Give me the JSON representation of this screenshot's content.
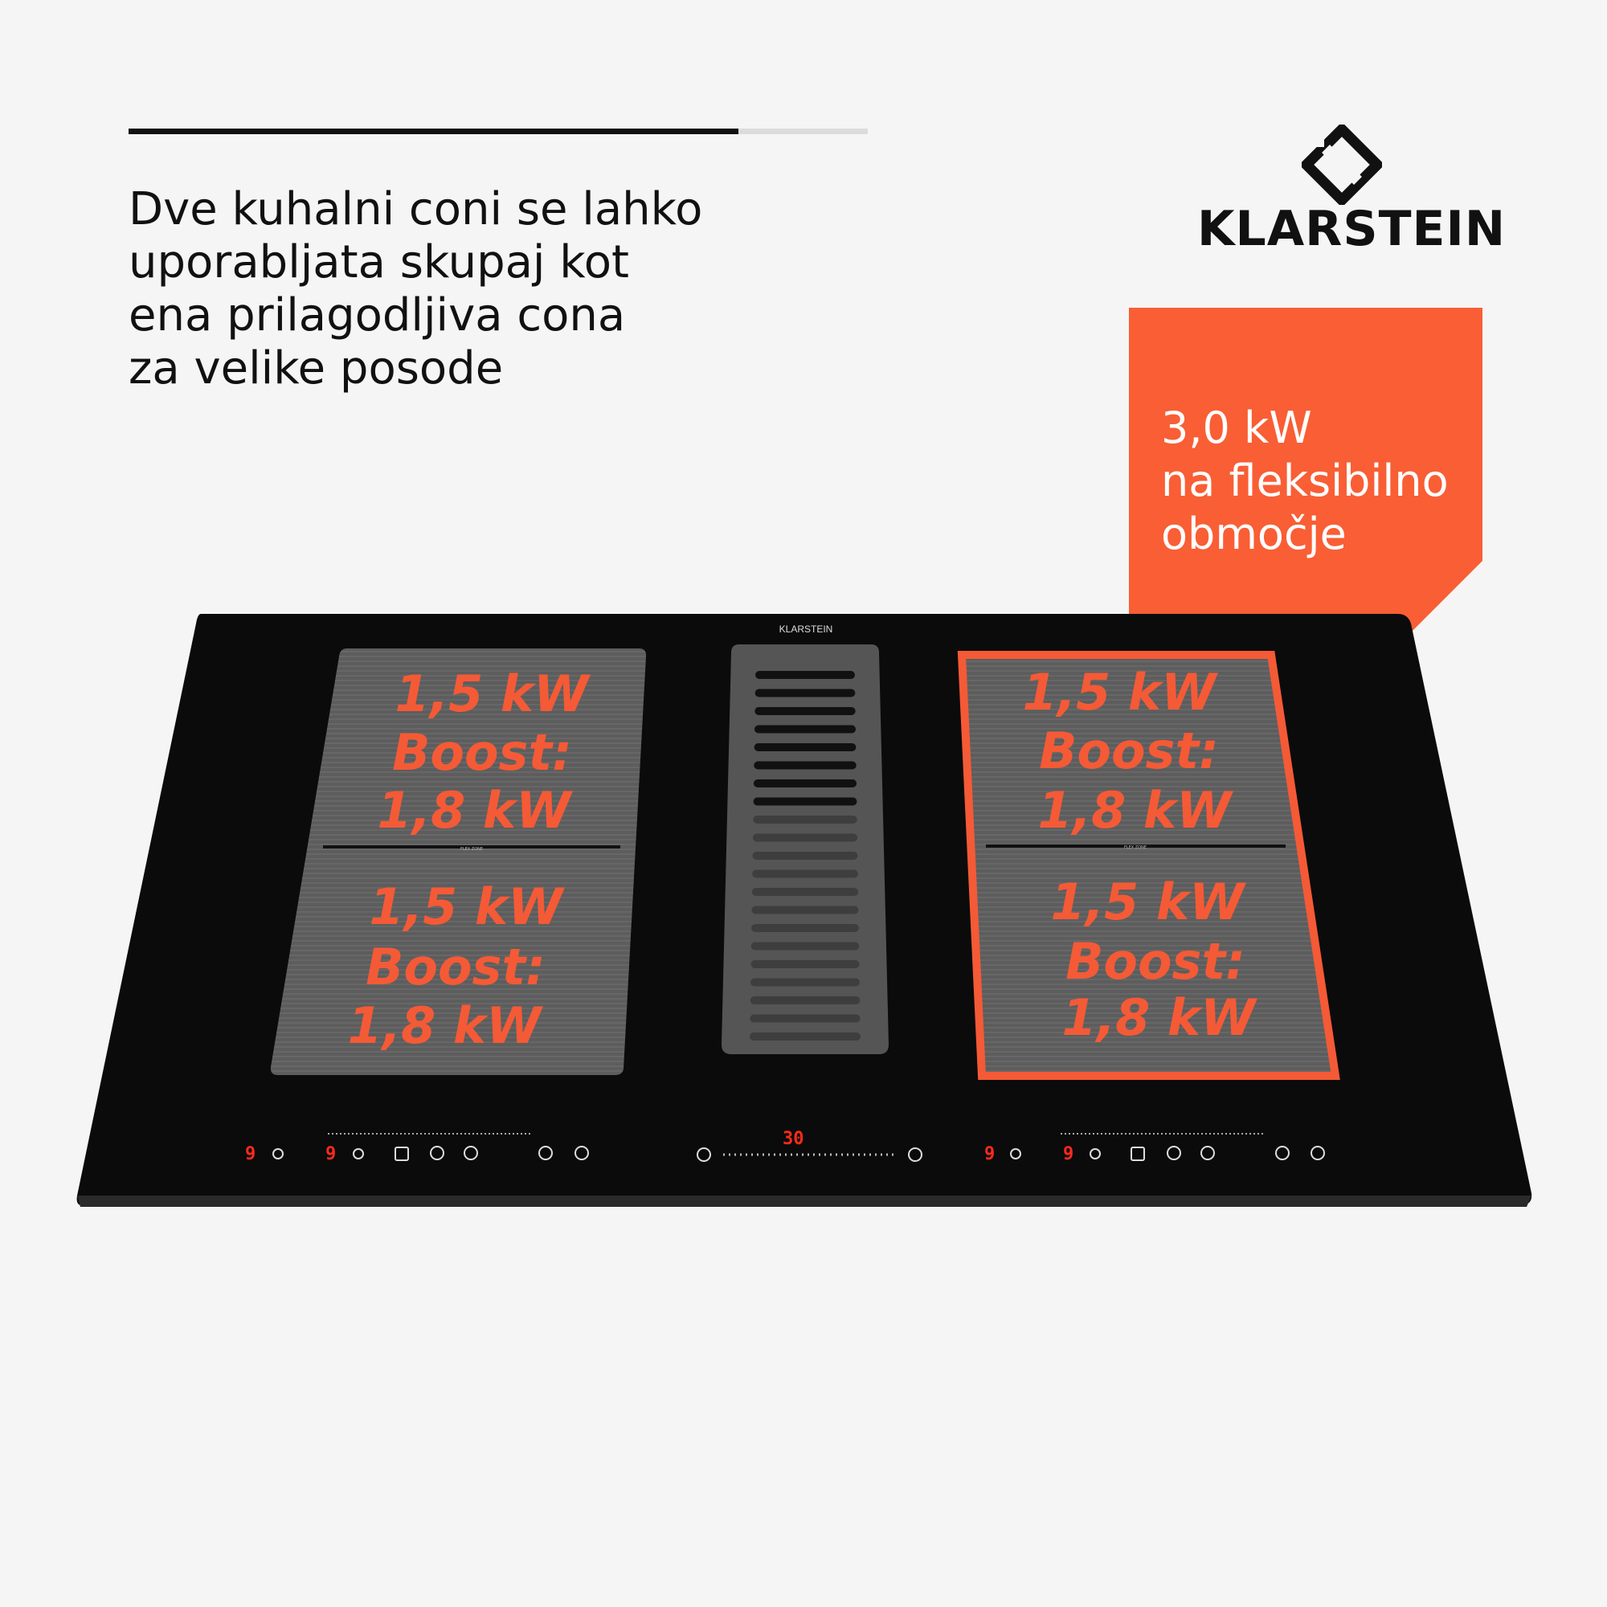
{
  "header": {
    "progress_fraction": 0.825,
    "headline_lines": [
      "Dve kuhalni coni se lahko",
      "uporabljata skupaj kot",
      "ena prilagodljiva cona",
      "za velike posode"
    ]
  },
  "brand": {
    "name": "KLARSTEIN",
    "logo_icon": "klarstein-diamond-icon"
  },
  "badge": {
    "lines": [
      "3,0 kW",
      "na fleksibilno",
      "območje"
    ],
    "color": "#f95e35"
  },
  "cooktop": {
    "brand_label": "KLARSTEIN",
    "flex_label": "FLEX ZONE",
    "accent_color": "#f45a36",
    "left_zone": {
      "top": [
        "1,5 kW",
        "Boost:",
        "1,8 kW"
      ],
      "bottom": [
        "1,5 kW",
        "Boost:",
        "1,8 kW"
      ]
    },
    "right_zone": {
      "top": [
        "1,5 kW",
        "Boost:",
        "1,8 kW"
      ],
      "bottom": [
        "1,5 kW",
        "Boost:",
        "1,8 kW"
      ]
    },
    "controls": {
      "left_level_1": "9",
      "left_level_2": "9",
      "timer_display": "30",
      "right_level_1": "9",
      "right_level_2": "9"
    }
  }
}
